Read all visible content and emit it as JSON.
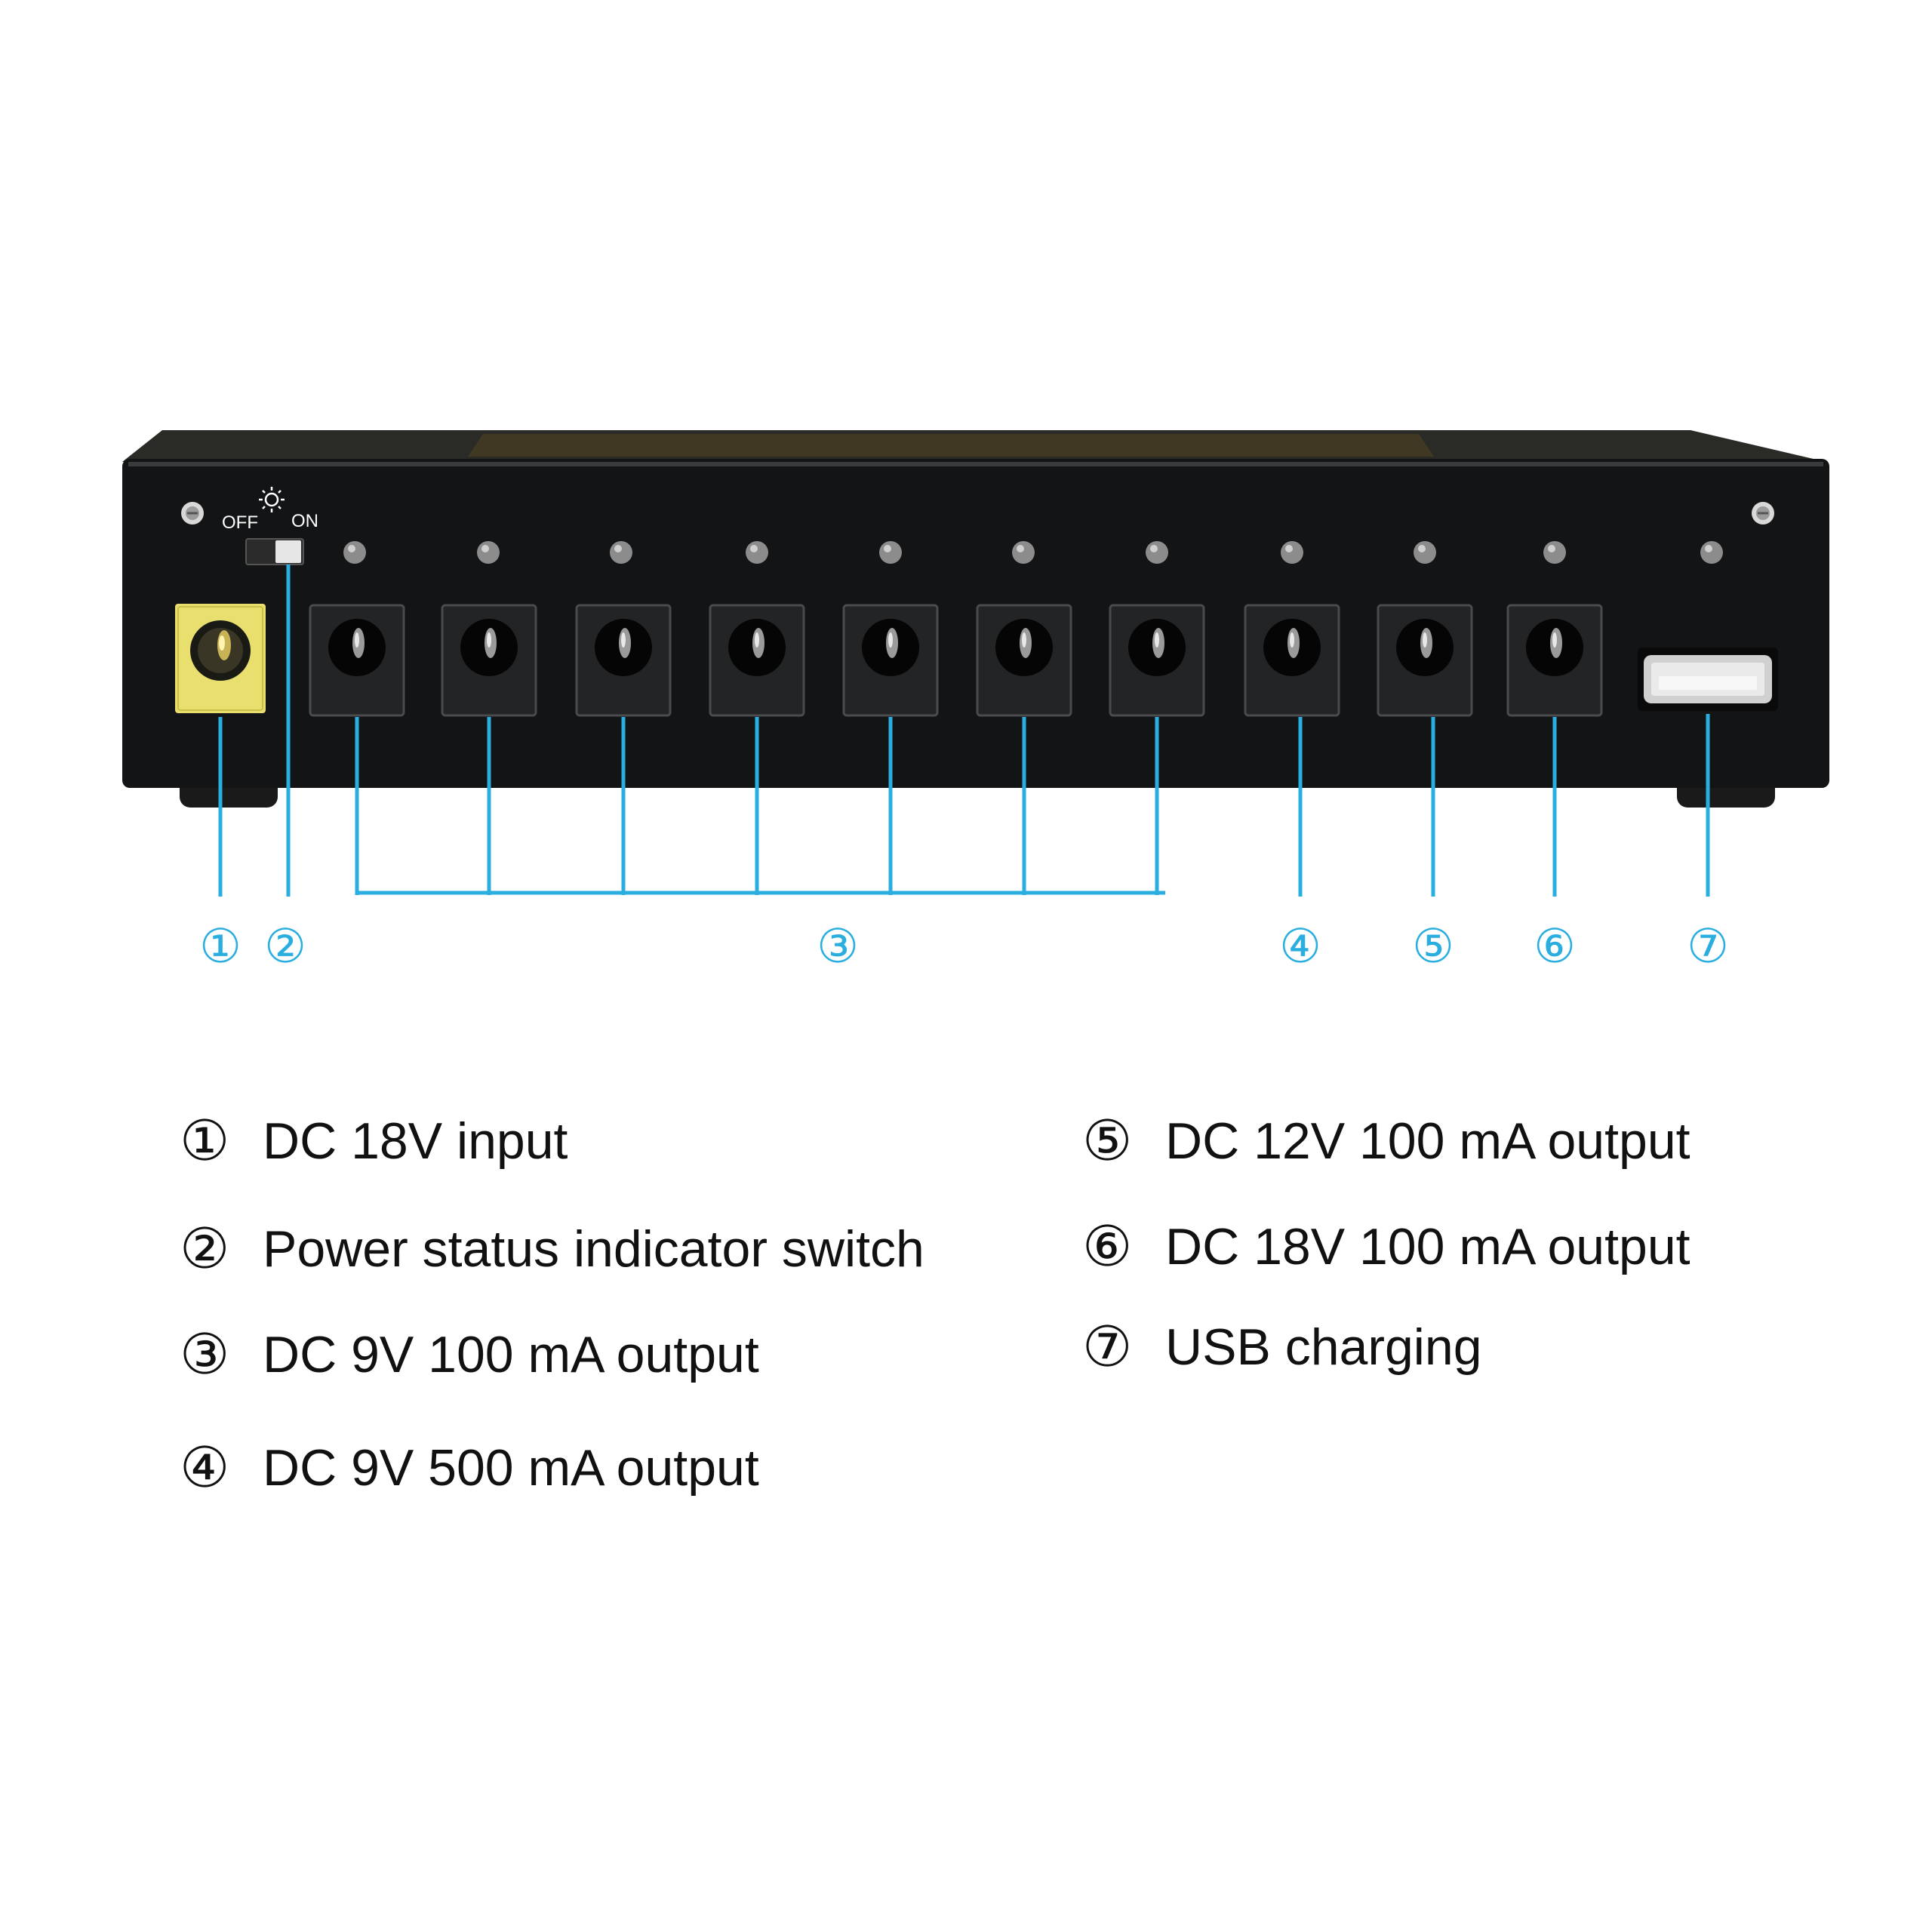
{
  "device": {
    "switch_label_off": "OFF",
    "switch_label_on": "ON",
    "indicator_icon": "sun-icon",
    "colors": {
      "body": "#131416",
      "bezel": "#222426",
      "input_jack": "#e8df6e",
      "callout_line": "#2aaee0",
      "led": "#8c8c8c"
    }
  },
  "callouts": [
    {
      "num": "①"
    },
    {
      "num": "②"
    },
    {
      "num": "③"
    },
    {
      "num": "④"
    },
    {
      "num": "⑤"
    },
    {
      "num": "⑥"
    },
    {
      "num": "⑦"
    }
  ],
  "legend": [
    {
      "num": "①",
      "text": "DC 18V input"
    },
    {
      "num": "②",
      "text": "Power status indicator switch"
    },
    {
      "num": "③",
      "text": "DC 9V 100 mA output"
    },
    {
      "num": "④",
      "text": "DC 9V 500 mA output"
    },
    {
      "num": "⑤",
      "text": "DC 12V 100 mA output"
    },
    {
      "num": "⑥",
      "text": "DC 18V 100 mA output"
    },
    {
      "num": "⑦",
      "text": "USB charging"
    }
  ]
}
